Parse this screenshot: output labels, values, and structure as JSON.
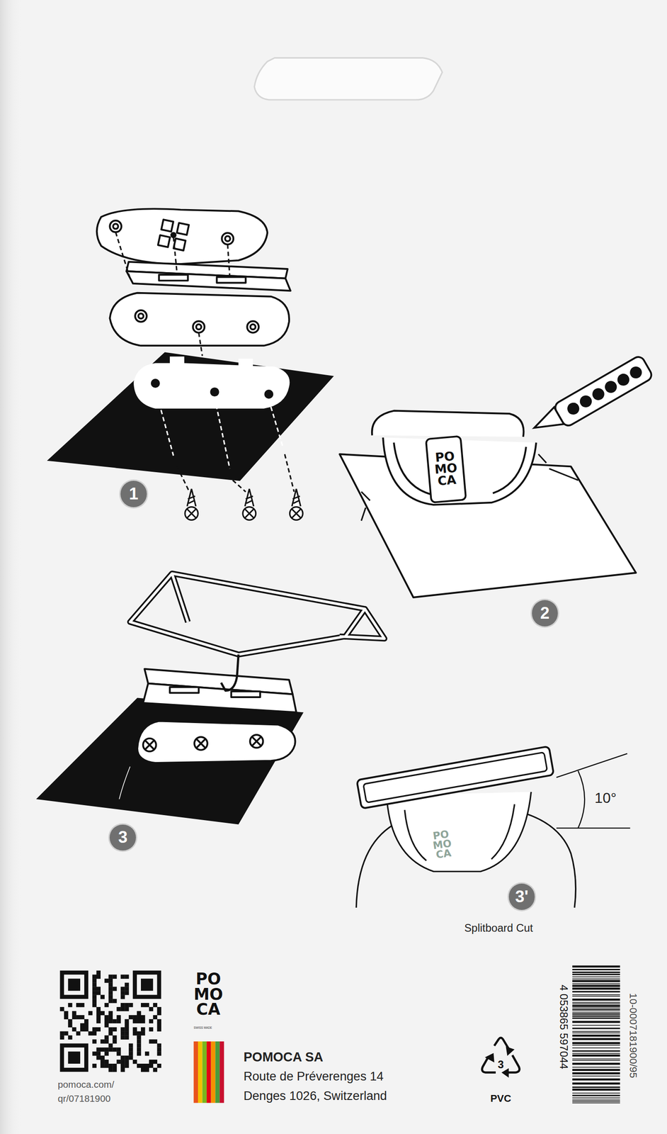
{
  "diagram": {
    "nodes": [
      {
        "text": [
          "1"
        ]
      },
      {
        "text": [
          "2"
        ]
      },
      {
        "text": [
          "3"
        ]
      },
      {
        "text": [
          "3'"
        ]
      }
    ],
    "labels": [
      "PO MO CA",
      "10°",
      "PO MO CA",
      "Splitboard Cut",
      "pomoca.com/",
      "qr/07181900",
      "PO MO CA",
      "SWISS MADE",
      "POMOCA SA",
      "Route de Préverenges 14",
      "Denges 1026, Switzerland",
      "3",
      "PVC",
      "4 053865 597044",
      "10-0007181900/95"
    ]
  }
}
